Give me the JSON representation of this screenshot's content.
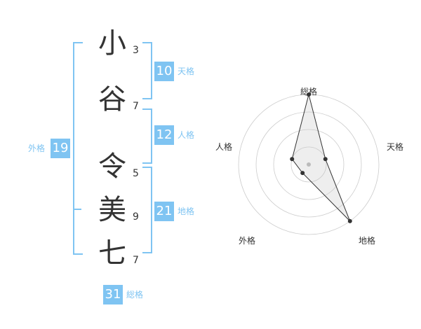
{
  "name": {
    "chars": [
      {
        "char": "小",
        "strokes": "3"
      },
      {
        "char": "谷",
        "strokes": "7"
      },
      {
        "char": "令",
        "strokes": "5"
      },
      {
        "char": "美",
        "strokes": "9"
      },
      {
        "char": "七",
        "strokes": "7"
      }
    ]
  },
  "fortune": {
    "tenkaku": {
      "label": "天格",
      "value": "10"
    },
    "jinkaku": {
      "label": "人格",
      "value": "12"
    },
    "chikaku": {
      "label": "地格",
      "value": "21"
    },
    "gaikaku": {
      "label": "外格",
      "value": "19"
    },
    "soukaku": {
      "label": "総格",
      "value": "31"
    }
  },
  "colors": {
    "accent": "#7fc4f2",
    "text": "#333333",
    "grid": "#cccccc"
  },
  "chart_data": {
    "type": "radar",
    "axes": [
      "総格",
      "天格",
      "地格",
      "外格",
      "人格"
    ],
    "values": [
      1.0,
      0.25,
      1.0,
      0.15,
      0.25
    ],
    "range": [
      0,
      1
    ],
    "rings": 4
  }
}
